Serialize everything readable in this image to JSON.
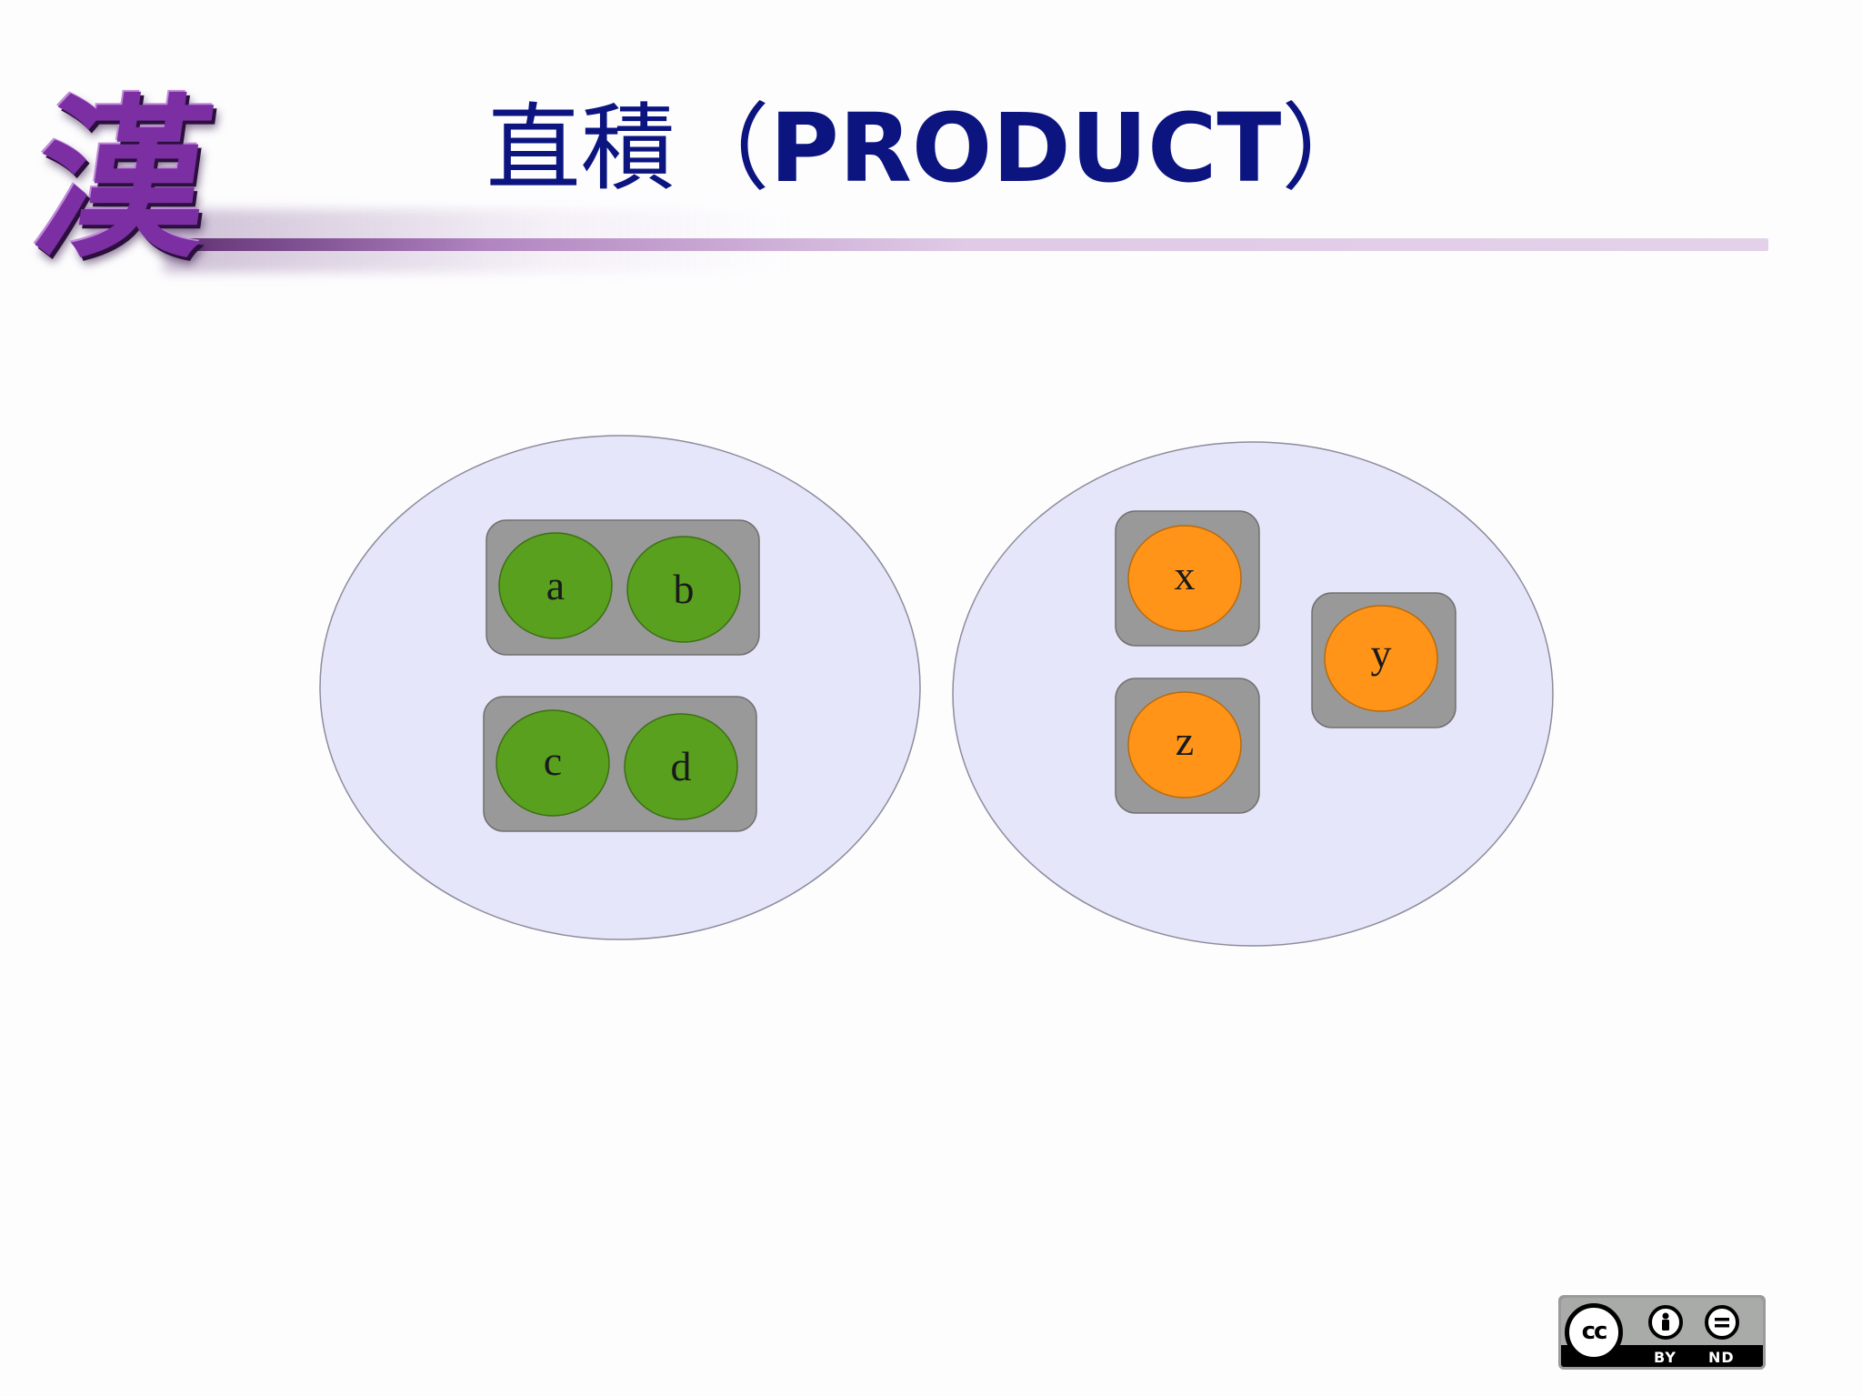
{
  "slide": {
    "logo_glyph": "漢",
    "title_cjk": "直積（",
    "title_latin": "PRODUCT",
    "title_close": "）"
  },
  "colors": {
    "title": "#0c1480",
    "set_fill": "#e6e6fa",
    "box_fill": "#999999",
    "green_node": "#58a01e",
    "orange_node": "#ff9418"
  },
  "diagram": {
    "left_set": {
      "pairs": [
        [
          "a",
          "b"
        ],
        [
          "c",
          "d"
        ]
      ]
    },
    "right_set": {
      "elements": [
        "x",
        "y",
        "z"
      ]
    }
  },
  "license": {
    "cc": "cc",
    "by": "BY",
    "nd": "ND",
    "by_icon": "person-icon",
    "nd_icon": "equals-icon"
  }
}
